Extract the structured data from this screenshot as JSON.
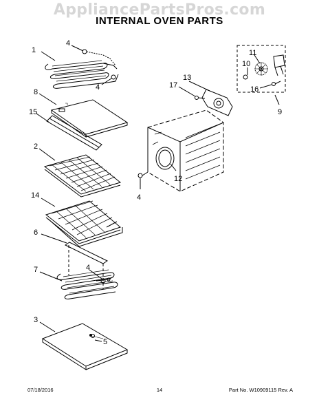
{
  "watermark": "AppliancePartsPros.com",
  "title": "INTERNAL OVEN PARTS",
  "callouts": {
    "c1": "1",
    "c4a": "4",
    "c4b": "4",
    "c8": "8",
    "c15": "15",
    "c2": "2",
    "c14": "14",
    "c6": "6",
    "c7": "7",
    "c4c": "4",
    "c3": "3",
    "c5": "5",
    "c13": "13",
    "c17": "17",
    "c4d": "4",
    "c12": "12",
    "c11": "11",
    "c10": "10",
    "c16": "16",
    "c9": "9"
  },
  "footer": {
    "date": "07/18/2016",
    "page": "14",
    "part": "Part No. W10909115  Rev. A"
  }
}
